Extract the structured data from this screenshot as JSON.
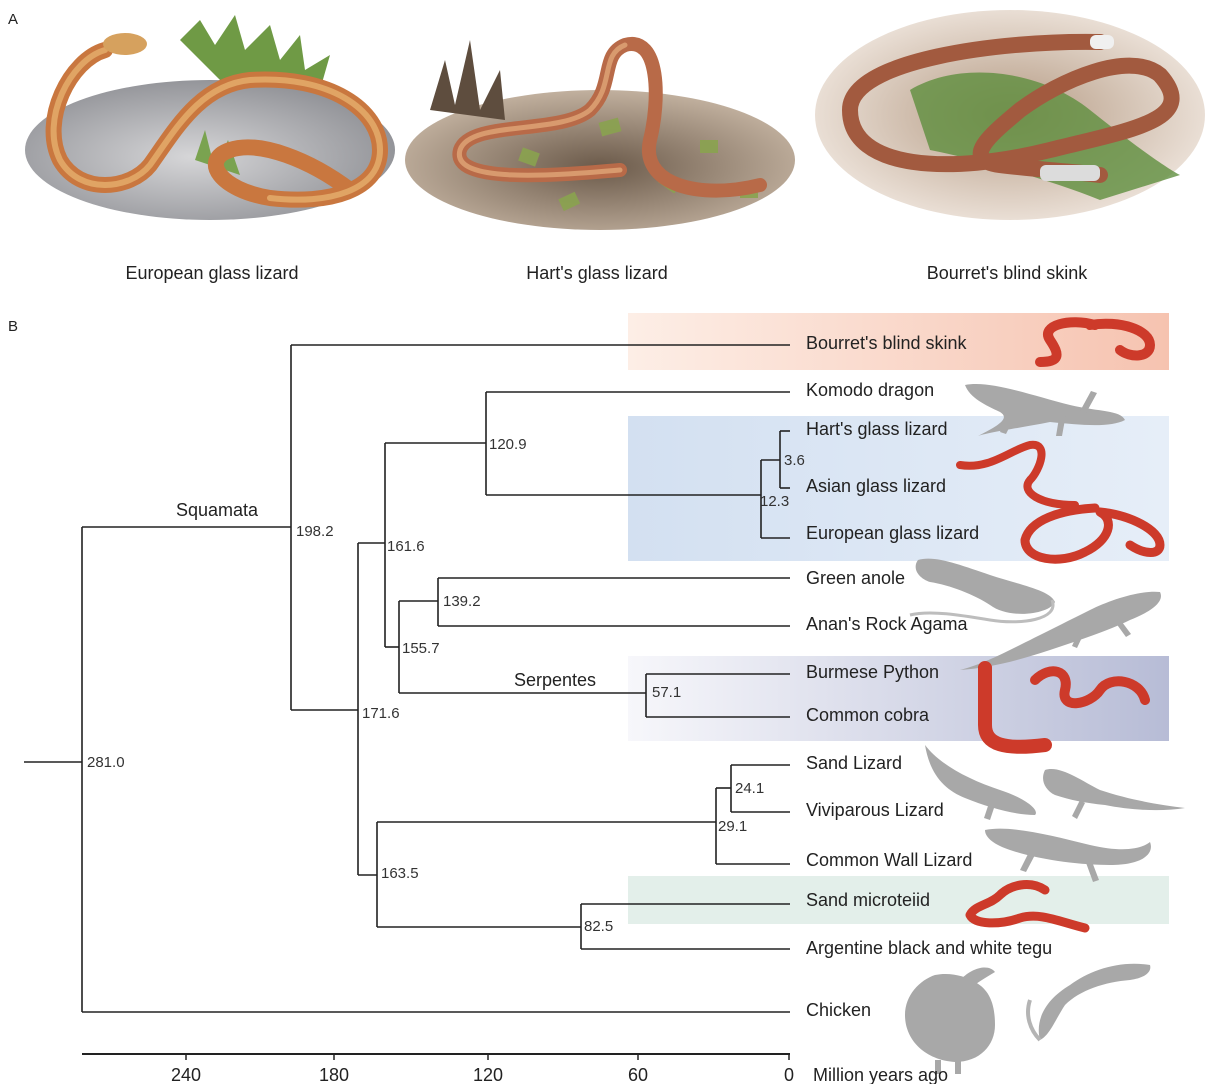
{
  "panels": {
    "a": "A",
    "b": "B"
  },
  "illustrations": [
    {
      "caption": "European glass lizard"
    },
    {
      "caption": "Hart's glass lizard"
    },
    {
      "caption": "Bourret's blind skink"
    }
  ],
  "clade_labels": {
    "squamata": "Squamata",
    "serpentes": "Serpentes"
  },
  "taxa": {
    "bourret": "Bourret's blind skink",
    "komodo": "Komodo dragon",
    "hart": "Hart's glass lizard",
    "asian": "Asian glass lizard",
    "european": "European glass lizard",
    "anole": "Green anole",
    "agama": "Anan's Rock Agama",
    "python": "Burmese Python",
    "cobra": "Common cobra",
    "sand": "Sand Lizard",
    "vivip": "Viviparous Lizard",
    "wall": "Common Wall Lizard",
    "microteiid": "Sand microteiid",
    "tegu": "Argentine black and white tegu",
    "chicken": "Chicken"
  },
  "node_ages": {
    "root": "281.0",
    "squamata": "198.2",
    "n171": "171.6",
    "n163": "163.5",
    "n161": "161.6",
    "n155": "155.7",
    "n139": "139.2",
    "n120": "120.9",
    "n82": "82.5",
    "n57": "57.1",
    "n29": "29.1",
    "n24": "24.1",
    "n12": "12.3",
    "n3": "3.6"
  },
  "axis": {
    "ticks": [
      "240",
      "180",
      "120",
      "60",
      "0"
    ],
    "unit": "Million years ago"
  },
  "colors": {
    "highlight_red": "#cd3a2a",
    "band_blind_skink": "#f6c9b8",
    "band_glass_lizard": "#d8e4f2",
    "band_snake": "#c4c8de",
    "band_microteiid": "#e3efea",
    "silhouette": "#a8a8a8"
  }
}
